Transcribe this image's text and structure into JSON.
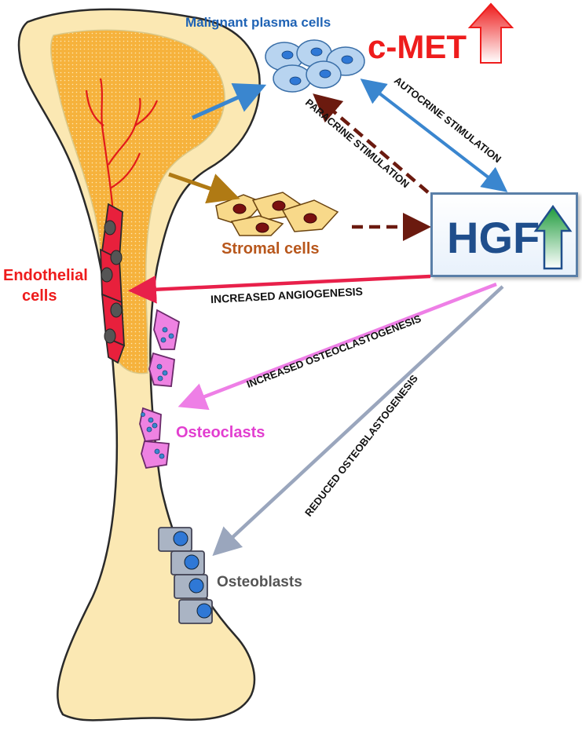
{
  "labels": {
    "malignant_plasma_cells": "Malignant plasma cells",
    "cmet": "c-MET",
    "hgf": "HGF",
    "stromal_cells": "Stromal cells",
    "endothelial_cells_line1": "Endothelial",
    "endothelial_cells_line2": "cells",
    "osteoclasts": "Osteoclasts",
    "osteoblasts": "Osteoblasts"
  },
  "arrows": {
    "autocrine": "AUTOCRINE STIMULATION",
    "paracrine": "PARACRINE STIMULATION",
    "angiogenesis": "INCREASED ANGIOGENESIS",
    "osteoclastogenesis": "INCREASED OSTEOCLASTOGENESIS",
    "osteoblastogenesis": "REDUCED OSTEOBLASTOGENESIS"
  },
  "colors": {
    "bone": "#fbe8b3",
    "marrow": "#f6b23c",
    "plasma_label": "#1f63b5",
    "cmet": "#ee1c1c",
    "hgf": "#1f4e8c",
    "stromal_label": "#b8571c",
    "endothelial_label": "#ee1c1c",
    "osteoclast_label": "#e23fd0",
    "osteoblast_label": "#555555",
    "arrow_autocrine": "#3a86cf",
    "arrow_paracrine": "#6b1a0f",
    "arrow_stromal": "#b07a14",
    "arrow_angiogenesis": "#e8204a",
    "arrow_osteoclast": "#ee7fe6",
    "arrow_osteoblast": "#9aa6bd"
  }
}
